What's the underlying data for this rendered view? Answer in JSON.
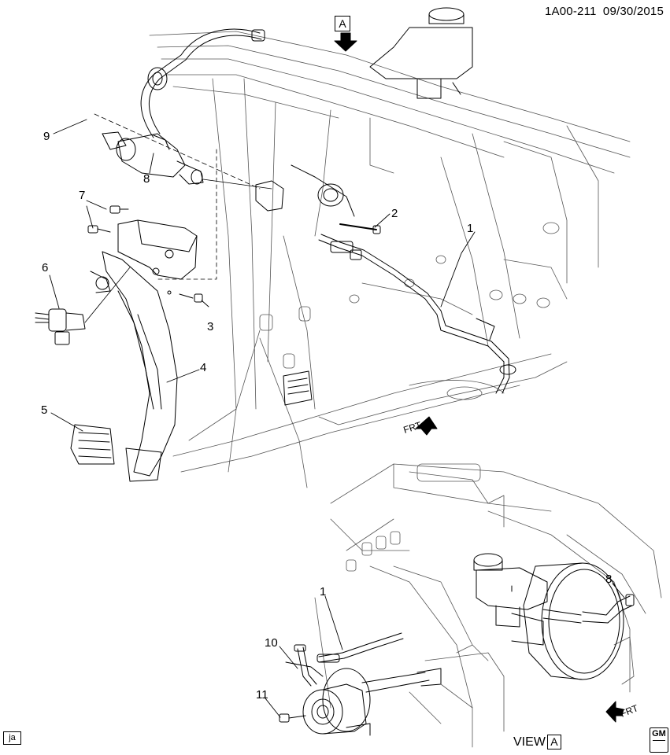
{
  "header": {
    "doc_id": "1A00-211",
    "date": "09/30/2015"
  },
  "view_marker_top": "A",
  "view_label": {
    "text": "VIEW",
    "marker": "A"
  },
  "frt_labels": [
    "FRT",
    "FRT"
  ],
  "footer": {
    "author": "ja",
    "logo": "GM"
  },
  "callouts": [
    "1",
    "2",
    "3",
    "4",
    "5",
    "6",
    "7",
    "8",
    "9",
    "1",
    "10",
    "11",
    "8"
  ]
}
